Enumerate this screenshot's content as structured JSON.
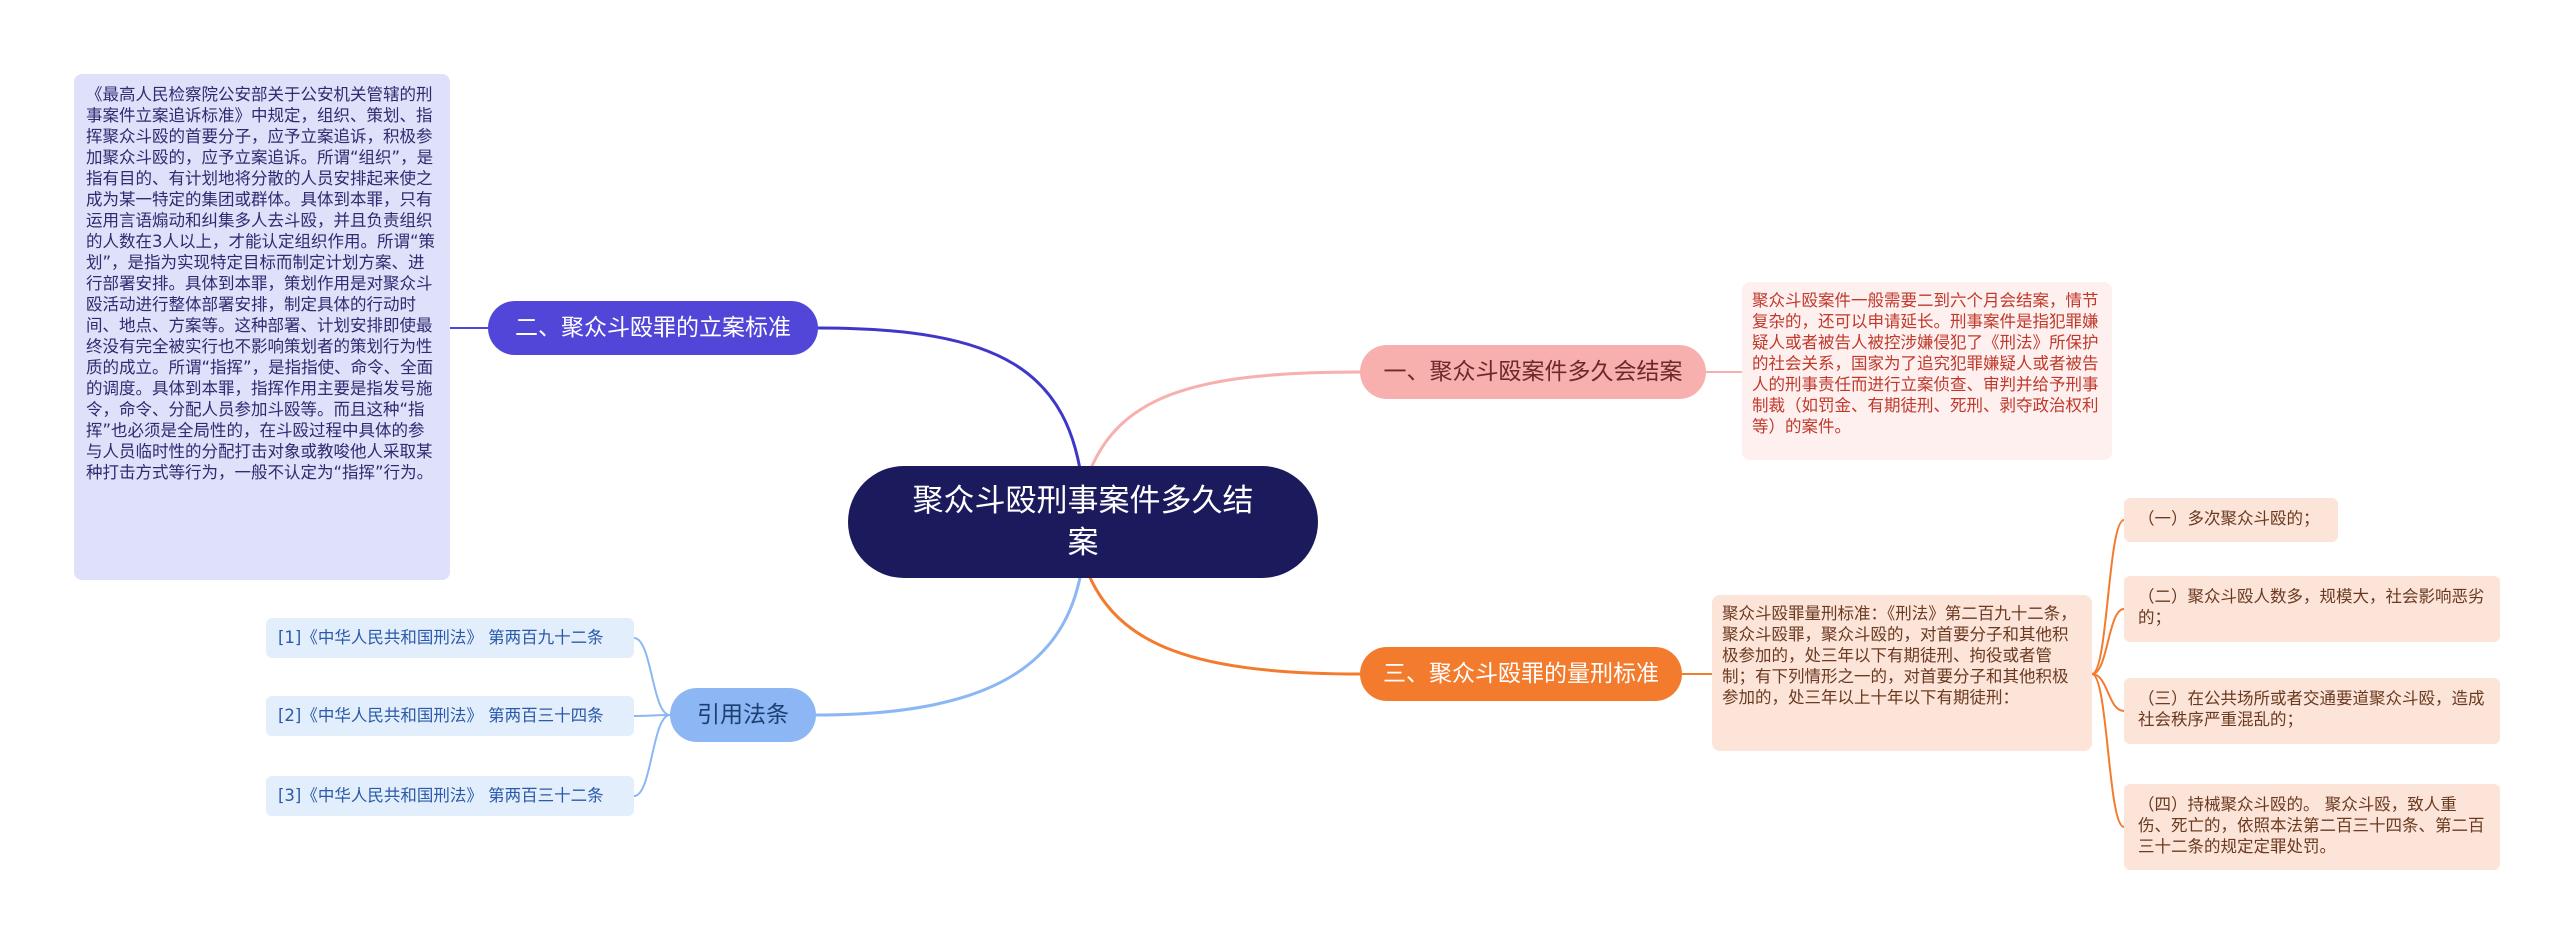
{
  "central": {
    "title": "聚众斗殴刑事案件多久结案"
  },
  "branches": {
    "b1": {
      "title": "一、聚众斗殴案件多久会结案",
      "detail": "聚众斗殴案件一般需要二到六个月会结案，情节复杂的，还可以申请延长。刑事案件是指犯罪嫌疑人或者被告人被控涉嫌侵犯了《刑法》所保护的社会关系，国家为了追究犯罪嫌疑人或者被告人的刑事责任而进行立案侦查、审判并给予刑事制裁（如罚金、有期徒刑、死刑、剥夺政治权利等）的案件。"
    },
    "b2": {
      "title": "二、聚众斗殴罪的立案标准",
      "detail": "《最高人民检察院公安部关于公安机关管辖的刑事案件立案追诉标准》中规定，组织、策划、指挥聚众斗殴的首要分子，应予立案追诉，积极参加聚众斗殴的，应予立案追诉。所谓“组织”，是指有目的、有计划地将分散的人员安排起来使之成为某一特定的集团或群体。具体到本罪，只有运用言语煽动和纠集多人去斗殴，并且负责组织的人数在3人以上，才能认定组织作用。所谓“策划”，是指为实现特定目标而制定计划方案、进行部署安排。具体到本罪，策划作用是对聚众斗殴活动进行整体部署安排，制定具体的行动时间、地点、方案等。这种部署、计划安排即使最终没有完全被实行也不影响策划者的策划行为性质的成立。所谓“指挥”，是指指使、命令、全面的调度。具体到本罪，指挥作用主要是指发号施令，命令、分配人员参加斗殴等。而且这种“指挥”也必须是全局性的，在斗殴过程中具体的参与人员临时性的分配打击对象或教唆他人采取某种打击方式等行为，一般不认定为“指挥”行为。"
    },
    "b3": {
      "title": "三、聚众斗殴罪的量刑标准",
      "detail": "聚众斗殴罪量刑标准：《刑法》第二百九十二条，聚众斗殴罪，聚众斗殴的，对首要分子和其他积极参加的，处三年以下有期徒刑、拘役或者管制；有下列情形之一的，对首要分子和其他积极参加的，处三年以上十年以下有期徒刑：",
      "items": [
        "（一）多次聚众斗殴的；",
        "（二）聚众斗殴人数多，规模大，社会影响恶劣的；",
        "（三）在公共场所或者交通要道聚众斗殴，造成社会秩序严重混乱的；",
        "（四）持械聚众斗殴的。 聚众斗殴，致人重伤、死亡的，依照本法第二百三十四条、第二百三十二条的规定定罪处罚。"
      ]
    },
    "b4": {
      "title": "引用法条",
      "items": [
        "[1]《中华人民共和国刑法》 第两百九十二条",
        "[2]《中华人民共和国刑法》 第两百三十四条",
        "[3]《中华人民共和国刑法》 第两百三十二条"
      ]
    }
  },
  "colors": {
    "root": "#1b1a5c",
    "branch1": "#f7b0ad",
    "branch2": "#5146d8",
    "branch3": "#f37b2e",
    "branch4": "#8db7f4"
  }
}
